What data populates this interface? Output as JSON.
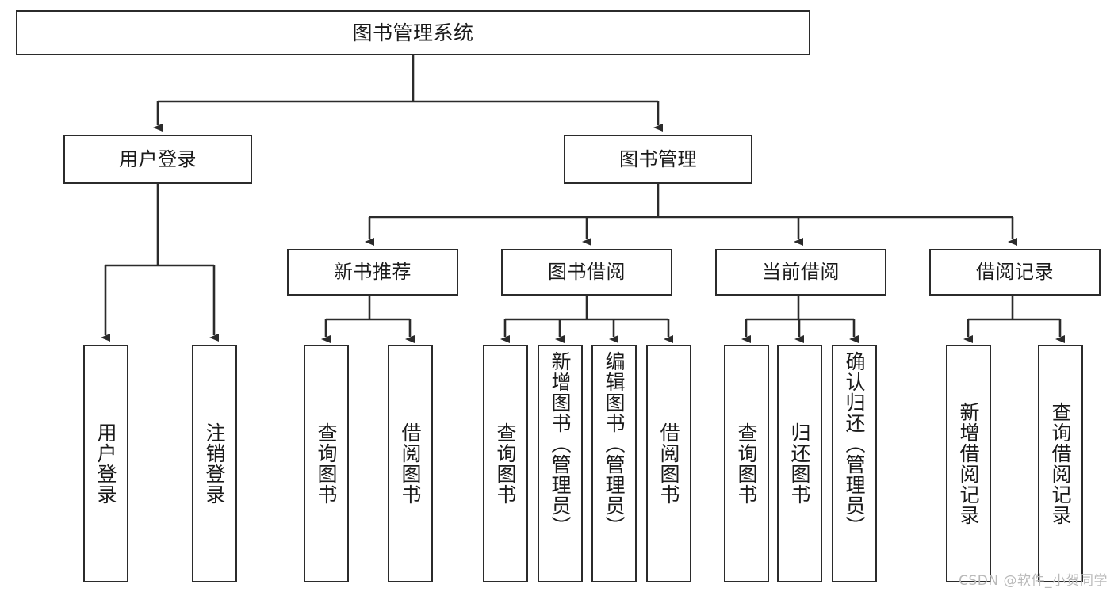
{
  "diagram": {
    "title": "图书管理系统",
    "type": "tree-hierarchy",
    "background_color": "#ffffff",
    "line_color": "#2b2b2b",
    "text_color": "#1a1a1a",
    "levels": {
      "root": {
        "label": "图书管理系统"
      },
      "level2": [
        {
          "label": "用户登录"
        },
        {
          "label": "图书管理"
        }
      ],
      "level3": [
        {
          "label": "新书推荐"
        },
        {
          "label": "图书借阅"
        },
        {
          "label": "当前借阅"
        },
        {
          "label": "借阅记录"
        }
      ],
      "leaves": {
        "user_login": [
          {
            "label": "用户登录"
          },
          {
            "label": "注销登录"
          }
        ],
        "new_book_recommend": [
          {
            "label": "查询图书"
          },
          {
            "label": "借阅图书"
          }
        ],
        "book_borrow": [
          {
            "label": "查询图书"
          },
          {
            "label": "新增图书（管理员）"
          },
          {
            "label": "编辑图书（管理员）"
          },
          {
            "label": "借阅图书"
          }
        ],
        "current_borrow": [
          {
            "label": "查询图书"
          },
          {
            "label": "归还图书"
          },
          {
            "label": "确认归还（管理员）"
          }
        ],
        "borrow_record": [
          {
            "label": "新增借阅记录"
          },
          {
            "label": "查询借阅记录"
          }
        ]
      }
    }
  },
  "watermark": {
    "text": "CSDN @软件_小贺同学"
  }
}
